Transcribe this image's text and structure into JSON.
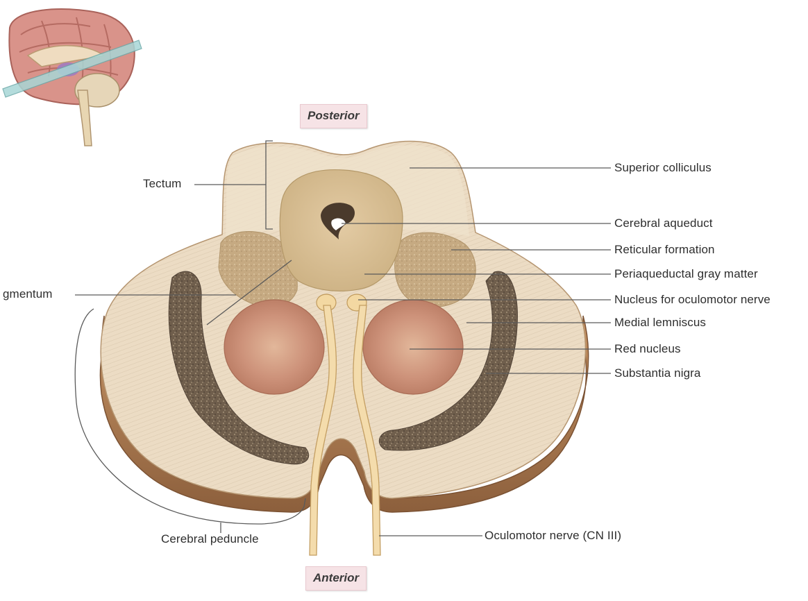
{
  "orientation": {
    "posterior": "Posterior",
    "anterior": "Anterior"
  },
  "labels": {
    "tectum": "Tectum",
    "tegmentum": "gmentum",
    "cerebral_peduncle": "Cerebral peduncle",
    "superior_colliculus": "Superior colliculus",
    "cerebral_aqueduct": "Cerebral aqueduct",
    "reticular_formation": "Reticular formation",
    "periaqueductal_gray": "Periaqueductal gray matter",
    "oculomotor_nucleus": "Nucleus for oculomotor nerve",
    "medial_lemniscus": "Medial lemniscus",
    "red_nucleus": "Red nucleus",
    "substantia_nigra": "Substantia nigra",
    "oculomotor_nerve": "Oculomotor nerve (CN III)"
  },
  "colors": {
    "tissue_light": "#e9d8bf",
    "tissue_edge": "#b98a5c",
    "gray_matter": "#d9c19a",
    "red_nucleus": "#c98a6b",
    "substantia_nigra": "#6e5c4b",
    "reticular": "#c9ad86",
    "nerve": "#f2d9a8",
    "leader_line": "#5a5a5a",
    "orient_bg": "#f6e3e6"
  },
  "icons": {
    "brain_inset": "sagittal-brain-icon"
  }
}
